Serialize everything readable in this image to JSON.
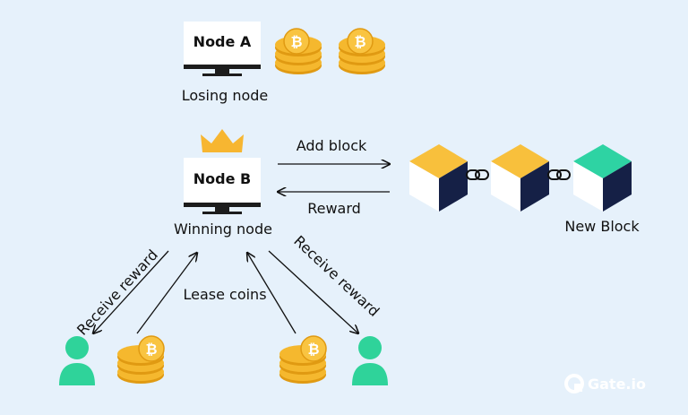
{
  "colors": {
    "background": "#e6f1fb",
    "coin": "#f5b82e",
    "coin_dark": "#e09a12",
    "block_gold": "#f8c03c",
    "block_green": "#2ed3a3",
    "block_navy": "#152046",
    "person": "#2fd39a",
    "crown": "#f7b631"
  },
  "nodes": {
    "node_a": {
      "screen_label": "Node A",
      "caption": "Losing node"
    },
    "node_b": {
      "screen_label": "Node B",
      "caption": "Winning node"
    }
  },
  "arrows": {
    "add_block": "Add block",
    "reward": "Reward",
    "receive_reward_left": "Receive reward",
    "lease_coins": "Lease coins",
    "receive_reward_right": "Receive reward"
  },
  "chain": {
    "caption": "New Block"
  },
  "icons": {
    "coin_symbol": "₿",
    "chain_link": "chain-link-icon",
    "crown": "crown-icon",
    "person": "person-icon",
    "monitor": "monitor-icon"
  },
  "brand": {
    "name": "Gate.io"
  }
}
